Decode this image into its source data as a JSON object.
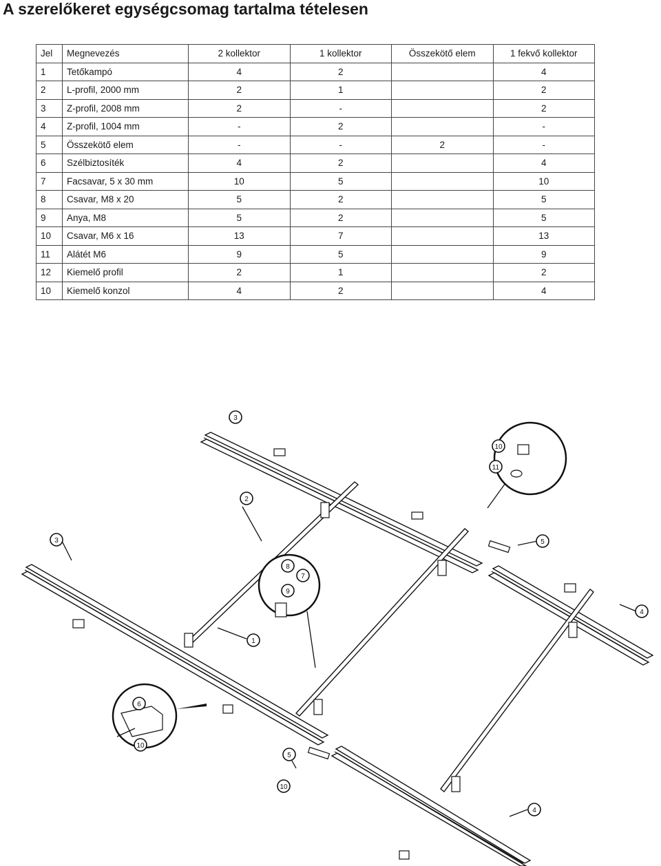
{
  "title": "A szerelőkeret egységcsomag tartalma tételesen",
  "table": {
    "headers": [
      "Jel",
      "Megnevezés",
      "2 kollektor",
      "1 kollektor",
      "Összekötő elem",
      "1 fekvő kollektor"
    ],
    "rows": [
      [
        "1",
        "Tetőkampó",
        "4",
        "2",
        "",
        "4"
      ],
      [
        "2",
        "L-profil, 2000 mm",
        "2",
        "1",
        "",
        "2"
      ],
      [
        "3",
        "Z-profil, 2008 mm",
        "2",
        "-",
        "",
        "2"
      ],
      [
        "4",
        "Z-profil, 1004 mm",
        "-",
        "2",
        "",
        "-"
      ],
      [
        "5",
        "Összekötő elem",
        "-",
        "-",
        "2",
        "-"
      ],
      [
        "6",
        "Szélbiztosíték",
        "4",
        "2",
        "",
        "4"
      ],
      [
        "7",
        "Facsavar, 5 x 30 mm",
        "10",
        "5",
        "",
        "10"
      ],
      [
        "8",
        "Csavar, M8 x 20",
        "5",
        "2",
        "",
        "5"
      ],
      [
        "9",
        "Anya, M8",
        "5",
        "2",
        "",
        "5"
      ],
      [
        "10",
        "Csavar, M6 x 16",
        "13",
        "7",
        "",
        "13"
      ],
      [
        "11",
        "Alátét M6",
        "9",
        "5",
        "",
        "9"
      ],
      [
        "12",
        "Kiemelő profil",
        "2",
        "1",
        "",
        "2"
      ],
      [
        "10",
        "Kiemelő konzol",
        "4",
        "2",
        "",
        "4"
      ]
    ]
  },
  "callouts": [
    "3",
    "10",
    "11",
    "2",
    "3",
    "5",
    "8",
    "7",
    "9",
    "4",
    "1",
    "6",
    "10",
    "5",
    "10",
    "4"
  ]
}
